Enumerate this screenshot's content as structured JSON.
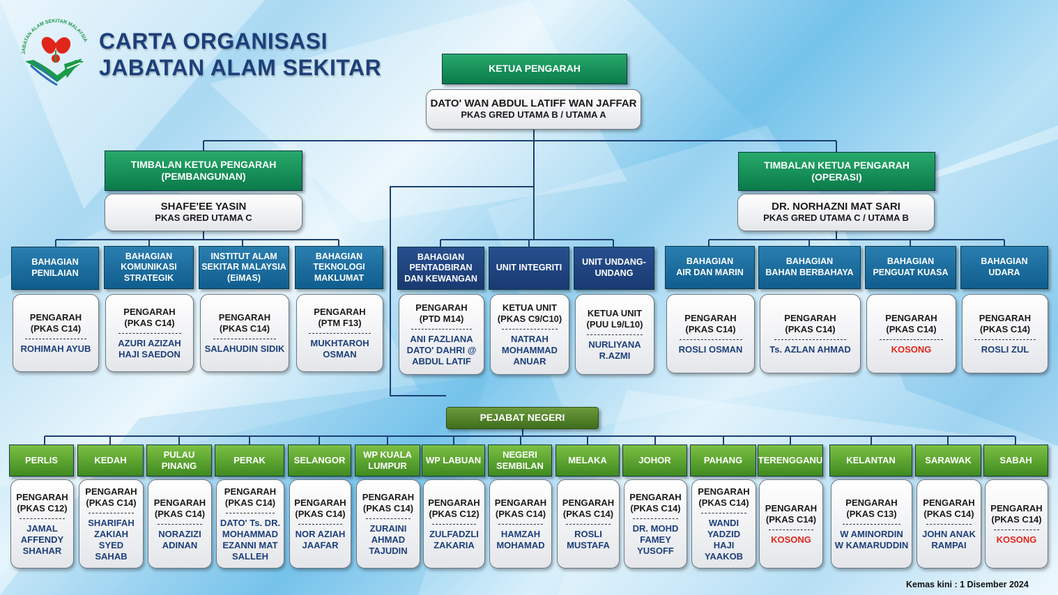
{
  "title": {
    "line1": "CARTA ORGANISASI",
    "line2": "JABATAN ALAM SEKITAR"
  },
  "logo": {
    "text": "JABATAN ALAM SEKITAR MALAYSIA",
    "icon": "jas-logo-icon",
    "colors": {
      "green": "#1a9a4a",
      "blue": "#2a6fb8",
      "red": "#e0261b"
    }
  },
  "ketua": {
    "title": "KETUA PENGARAH",
    "name": "DATO' WAN ABDUL LATIFF WAN JAFFAR",
    "grade": "PKAS GRED UTAMA B / UTAMA A"
  },
  "tkp_pembangunan": {
    "title_l1": "TIMBALAN KETUA PENGARAH",
    "title_l2": "(PEMBANGUNAN)",
    "name": "SHAFE'EE YASIN",
    "grade": "PKAS GRED UTAMA C"
  },
  "tkp_operasi": {
    "title_l1": "TIMBALAN KETUA PENGARAH",
    "title_l2": "(OPERASI)",
    "name": "DR. NORHAZNI MAT SARI",
    "grade": "PKAS GRED UTAMA C / UTAMA B"
  },
  "divisions": [
    {
      "title": [
        "BAHAGIAN",
        "PENILAIAN"
      ],
      "role": [
        "PENGARAH",
        "(PKAS C14)"
      ],
      "name": [
        "ROHIMAH AYUB"
      ],
      "vacant": false
    },
    {
      "title": [
        "BAHAGIAN",
        "KOMUNIKASI",
        "STRATEGIK"
      ],
      "role": [
        "PENGARAH",
        "(PKAS C14)"
      ],
      "name": [
        "AZURI AZIZAH",
        "HAJI SAEDON"
      ],
      "vacant": false
    },
    {
      "title": [
        "INSTITUT ALAM",
        "SEKITAR MALAYSIA",
        "(EiMAS)"
      ],
      "role": [
        "PENGARAH",
        "(PKAS C14)"
      ],
      "name": [
        "SALAHUDIN SIDIK"
      ],
      "vacant": false
    },
    {
      "title": [
        "BAHAGIAN",
        "TEKNOLOGI",
        "MAKLUMAT"
      ],
      "role": [
        "PENGARAH",
        "(PTM F13)"
      ],
      "name": [
        "MUKHTAROH",
        "OSMAN"
      ],
      "vacant": false
    },
    {
      "title": [
        "BAHAGIAN",
        "PENTADBIRAN",
        "DAN KEWANGAN"
      ],
      "role": [
        "PENGARAH",
        "(PTD M14)"
      ],
      "name": [
        "ANI FAZLIANA",
        "DATO' DAHRI @",
        "ABDUL LATIF"
      ],
      "vacant": false
    },
    {
      "title": [
        "UNIT INTEGRITI"
      ],
      "role": [
        "KETUA UNIT",
        "(PKAS C9/C10)"
      ],
      "name": [
        "NATRAH",
        "MOHAMMAD",
        "ANUAR"
      ],
      "vacant": false
    },
    {
      "title": [
        "UNIT UNDANG-",
        "UNDANG"
      ],
      "role": [
        "KETUA UNIT",
        "(PUU L9/L10)"
      ],
      "name": [
        "NURLIYANA",
        "R.AZMI"
      ],
      "vacant": false
    },
    {
      "title": [
        "BAHAGIAN",
        "AIR DAN MARIN"
      ],
      "role": [
        "PENGARAH",
        "(PKAS C14)"
      ],
      "name": [
        "ROSLI OSMAN"
      ],
      "vacant": false
    },
    {
      "title": [
        "BAHAGIAN",
        "BAHAN BERBAHAYA"
      ],
      "role": [
        "PENGARAH",
        "(PKAS C14)"
      ],
      "name": [
        "Ts. AZLAN AHMAD"
      ],
      "vacant": false
    },
    {
      "title": [
        "BAHAGIAN",
        "PENGUAT KUASA"
      ],
      "role": [
        "PENGARAH",
        "(PKAS C14)"
      ],
      "name": [
        "KOSONG"
      ],
      "vacant": true
    },
    {
      "title": [
        "BAHAGIAN",
        "UDARA"
      ],
      "role": [
        "PENGARAH",
        "(PKAS C14)"
      ],
      "name": [
        "ROSLI ZUL"
      ],
      "vacant": false
    }
  ],
  "pejabat_negeri": {
    "title": "PEJABAT NEGERI"
  },
  "states": [
    {
      "title": [
        "PERLIS"
      ],
      "role": [
        "PENGARAH",
        "(PKAS C12)"
      ],
      "name": [
        "JAMAL",
        "AFFENDY",
        "SHAHAR"
      ],
      "vacant": false
    },
    {
      "title": [
        "KEDAH"
      ],
      "role": [
        "PENGARAH",
        "(PKAS C14)"
      ],
      "name": [
        "SHARIFAH",
        "ZAKIAH",
        "SYED",
        "SAHAB"
      ],
      "vacant": false
    },
    {
      "title": [
        "PULAU",
        "PINANG"
      ],
      "role": [
        "PENGARAH",
        "(PKAS C14)"
      ],
      "name": [
        "NORAZIZI",
        "ADINAN"
      ],
      "vacant": false
    },
    {
      "title": [
        "PERAK"
      ],
      "role": [
        "PENGARAH",
        "(PKAS C14)"
      ],
      "name": [
        "DATO' Ts. DR.",
        "MOHAMMAD",
        "EZANNI MAT",
        "SALLEH"
      ],
      "vacant": false
    },
    {
      "title": [
        "SELANGOR"
      ],
      "role": [
        "PENGARAH",
        "(PKAS C14)"
      ],
      "name": [
        "NOR AZIAH",
        "JAAFAR"
      ],
      "vacant": false
    },
    {
      "title": [
        "WP KUALA",
        "LUMPUR"
      ],
      "role": [
        "PENGARAH",
        "(PKAS C14)"
      ],
      "name": [
        "ZURAINI",
        "AHMAD",
        "TAJUDIN"
      ],
      "vacant": false
    },
    {
      "title": [
        "WP LABUAN"
      ],
      "role": [
        "PENGARAH",
        "(PKAS C12)"
      ],
      "name": [
        "ZULFADZLI",
        "ZAKARIA"
      ],
      "vacant": false
    },
    {
      "title": [
        "NEGERI",
        "SEMBILAN"
      ],
      "role": [
        "PENGARAH",
        "(PKAS C14)"
      ],
      "name": [
        "HAMZAH",
        "MOHAMAD"
      ],
      "vacant": false
    },
    {
      "title": [
        "MELAKA"
      ],
      "role": [
        "PENGARAH",
        "(PKAS C14)"
      ],
      "name": [
        "ROSLI",
        "MUSTAFA"
      ],
      "vacant": false
    },
    {
      "title": [
        "JOHOR"
      ],
      "role": [
        "PENGARAH",
        "(PKAS C14)"
      ],
      "name": [
        "DR. MOHD",
        "FAMEY",
        "YUSOFF"
      ],
      "vacant": false
    },
    {
      "title": [
        "PAHANG"
      ],
      "role": [
        "PENGARAH",
        "(PKAS C14)"
      ],
      "name": [
        "WANDI",
        "YADZID",
        "HAJI",
        "YAAKOB"
      ],
      "vacant": false
    },
    {
      "title": [
        "TERENGGANU"
      ],
      "role": [
        "PENGARAH",
        "(PKAS C14)"
      ],
      "name": [
        "KOSONG"
      ],
      "vacant": true
    },
    {
      "title": [
        "KELANTAN"
      ],
      "role": [
        "PENGARAH",
        "(PKAS C13)"
      ],
      "name": [
        "W AMINORDIN",
        "W KAMARUDDIN"
      ],
      "vacant": false
    },
    {
      "title": [
        "SARAWAK"
      ],
      "role": [
        "PENGARAH",
        "(PKAS C14)"
      ],
      "name": [
        "JOHN ANAK",
        "RAMPAI"
      ],
      "vacant": false
    },
    {
      "title": [
        "SABAH"
      ],
      "role": [
        "PENGARAH",
        "(PKAS C14)"
      ],
      "name": [
        "KOSONG"
      ],
      "vacant": true
    }
  ],
  "footer": "Kemas kini : 1 Disember 2024",
  "colors": {
    "title": "#1d3f7a",
    "green_header": "#0f8a55",
    "blue_header": "#1a6f9f",
    "navy_header": "#1f3f78",
    "state_header": "#5aa32e",
    "line": "#1c3f72",
    "vacant": "#e0261b"
  }
}
